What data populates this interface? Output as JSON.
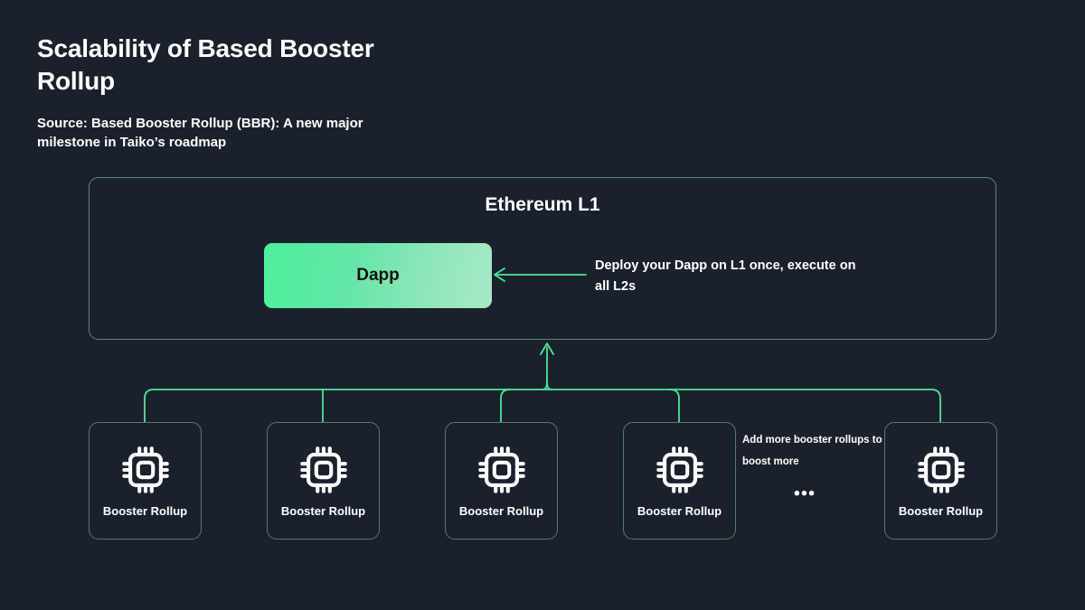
{
  "header": {
    "title": "Scalability of Based Booster Rollup",
    "source": "Source: Based Booster Rollup (BBR): A new major milestone in Taiko’s roadmap"
  },
  "colors": {
    "background": "#1b212c",
    "accent_green": "#4ee69b",
    "border_green": "#5a8a6f",
    "text_white": "#ffffff",
    "dapp_gradient_start": "#4ef09c",
    "dapp_gradient_end": "#a6e9c6"
  },
  "l1": {
    "title": "Ethereum L1",
    "dapp_label": "Dapp"
  },
  "annotations": {
    "deploy_note": "Deploy your Dapp on L1 once, execute on all L2s",
    "add_more_note": "Add more booster rollups to boost more",
    "ellipsis": "•••"
  },
  "rollups": [
    {
      "label": "Booster Rollup",
      "icon": "chip-icon"
    },
    {
      "label": "Booster Rollup",
      "icon": "chip-icon"
    },
    {
      "label": "Booster Rollup",
      "icon": "chip-icon"
    },
    {
      "label": "Booster Rollup",
      "icon": "chip-icon"
    },
    {
      "label": "Booster Rollup",
      "icon": "chip-icon"
    }
  ]
}
